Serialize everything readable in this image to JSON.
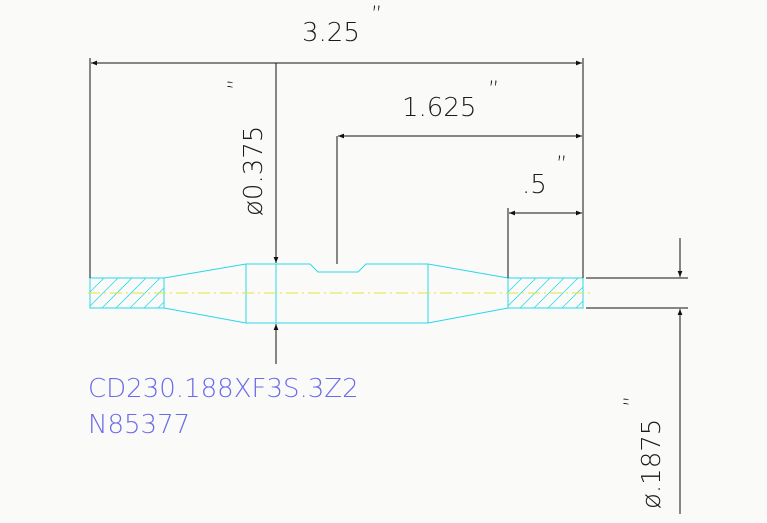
{
  "dimensions": {
    "overall_length": "3.25",
    "diameter_main": "ø0.375",
    "mid_length": "1.625",
    "end_length": ".5",
    "diameter_end": "ø.1875",
    "inch_mark": "”"
  },
  "part": {
    "code": "CD230.188XF3S.3Z2",
    "number": "N85377"
  },
  "colors": {
    "part_outline": "#2ad8e8",
    "centerline": "#e6e23a",
    "dimension": "#111111",
    "label": "#6b6bea",
    "background": "#fafaf8"
  }
}
